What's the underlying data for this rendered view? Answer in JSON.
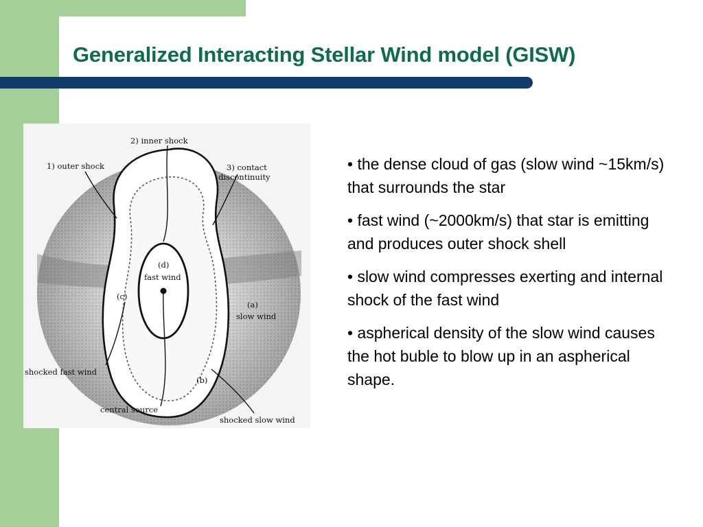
{
  "slide": {
    "title": "Generalized Interacting Stellar Wind model (GISW)",
    "bullets": [
      "• the dense cloud of gas (slow wind ~15km/s) that surrounds the star",
      "•  fast wind (~2000km/s) that star is emitting and produces outer shock shell",
      "• slow wind compresses exerting and internal shock of the fast wind",
      "• aspherical density of the slow wind causes the hot buble to blow up in an aspherical shape."
    ]
  },
  "diagram": {
    "labels": {
      "inner_shock": "2) inner shock",
      "outer_shock": "1) outer shock",
      "contact_1": "3) contact",
      "contact_2": "discontinuity",
      "d_label": "(d)",
      "fast_wind": "fast wind",
      "c_label": "(c)",
      "a_label": "(a)",
      "slow_wind": "slow wind",
      "shocked_fast_wind": "shocked fast wind",
      "b_label": "(b)",
      "central_source": "central source",
      "shocked_slow_wind": "shocked slow wind"
    }
  },
  "colors": {
    "accent_green": "#a6cf98",
    "title_color": "#0f6b50",
    "bar_color": "#0f3a6a"
  }
}
